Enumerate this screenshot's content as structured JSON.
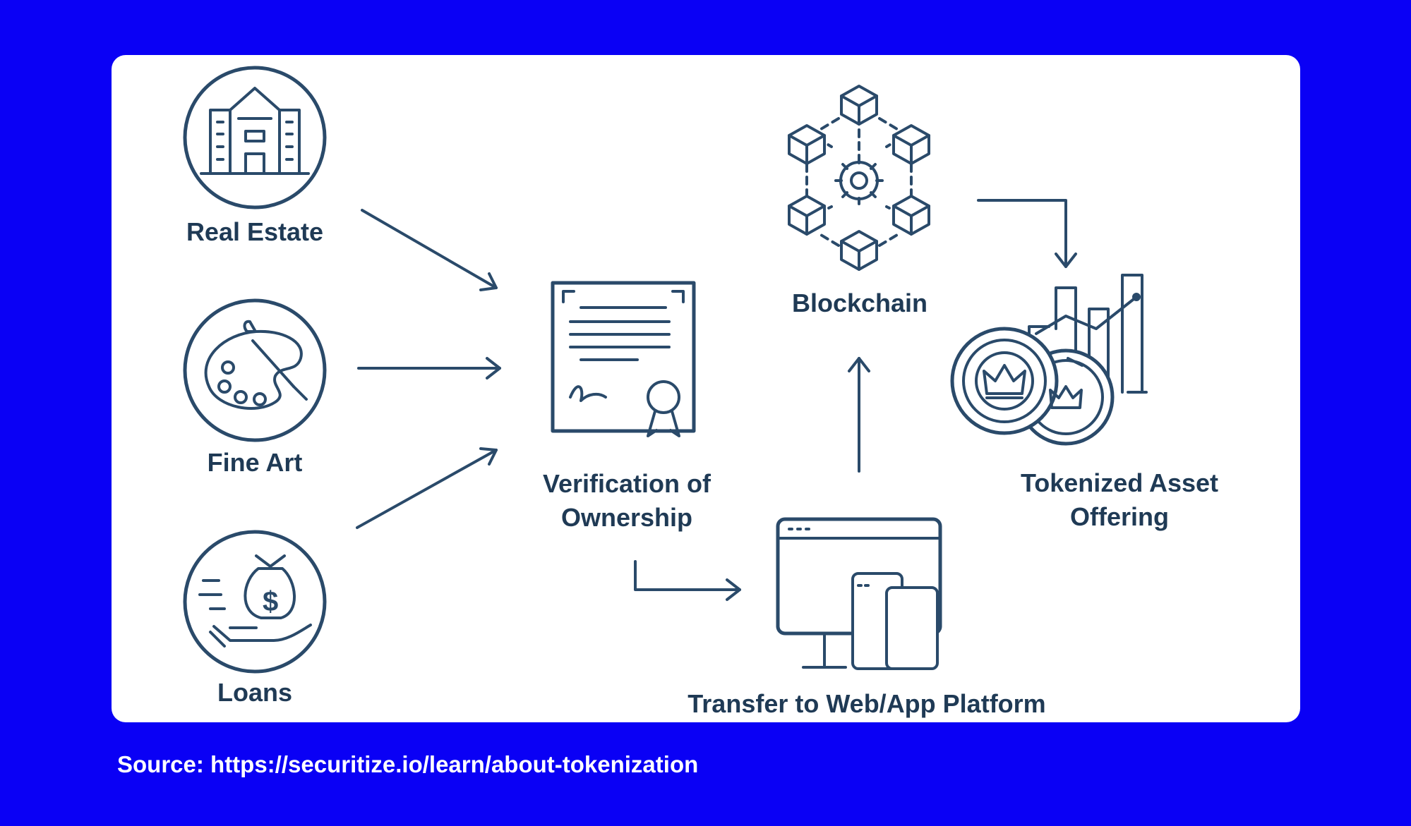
{
  "diagram": {
    "nodes": {
      "real_estate": "Real Estate",
      "fine_art": "Fine Art",
      "loans": "Loans",
      "verification_line1": "Verification of",
      "verification_line2": "Ownership",
      "blockchain": "Blockchain",
      "tokenized_line1": "Tokenized Asset",
      "tokenized_line2": "Offering",
      "transfer": "Transfer to Web/App Platform"
    },
    "icons": {
      "real_estate": "building-icon",
      "fine_art": "palette-icon",
      "loans": "money-bag-hand-icon",
      "verification": "certificate-icon",
      "blockchain": "blockchain-network-icon",
      "tokenized": "coins-chart-icon",
      "transfer": "devices-icon"
    },
    "colors": {
      "background": "#0a00f5",
      "card": "#ffffff",
      "ink": "#1f3a55"
    }
  },
  "footer": {
    "source": "Source: https://securitize.io/learn/about-tokenization"
  }
}
